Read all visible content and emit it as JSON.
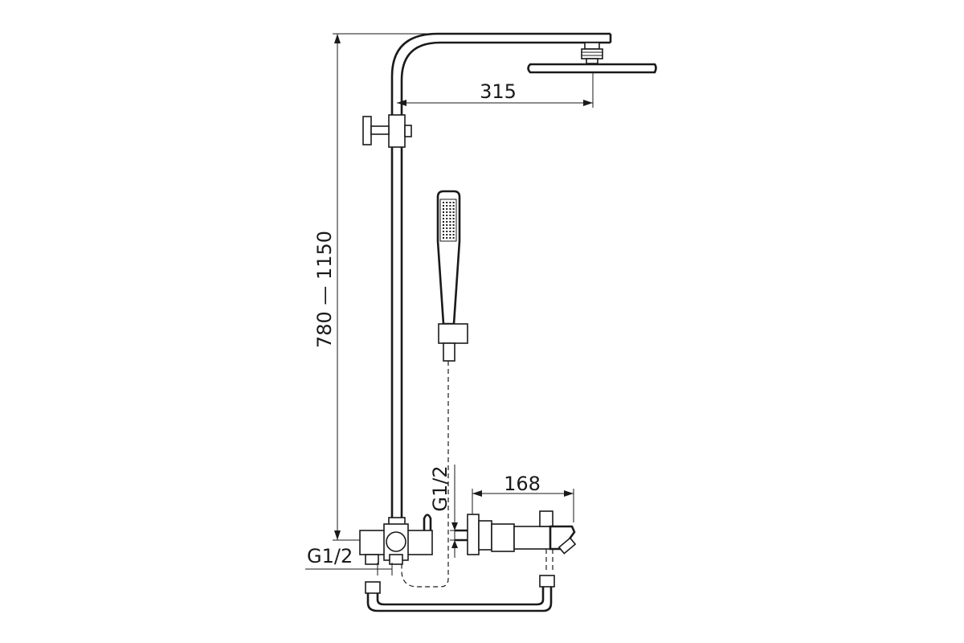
{
  "dimensions": {
    "height_range": "780 — 1150",
    "head_reach": "315",
    "spout_length": "168",
    "left_thread": "G1/2",
    "right_thread": "G1/2"
  },
  "palette": {
    "ink": "#1a1a1a",
    "background": "#ffffff"
  }
}
